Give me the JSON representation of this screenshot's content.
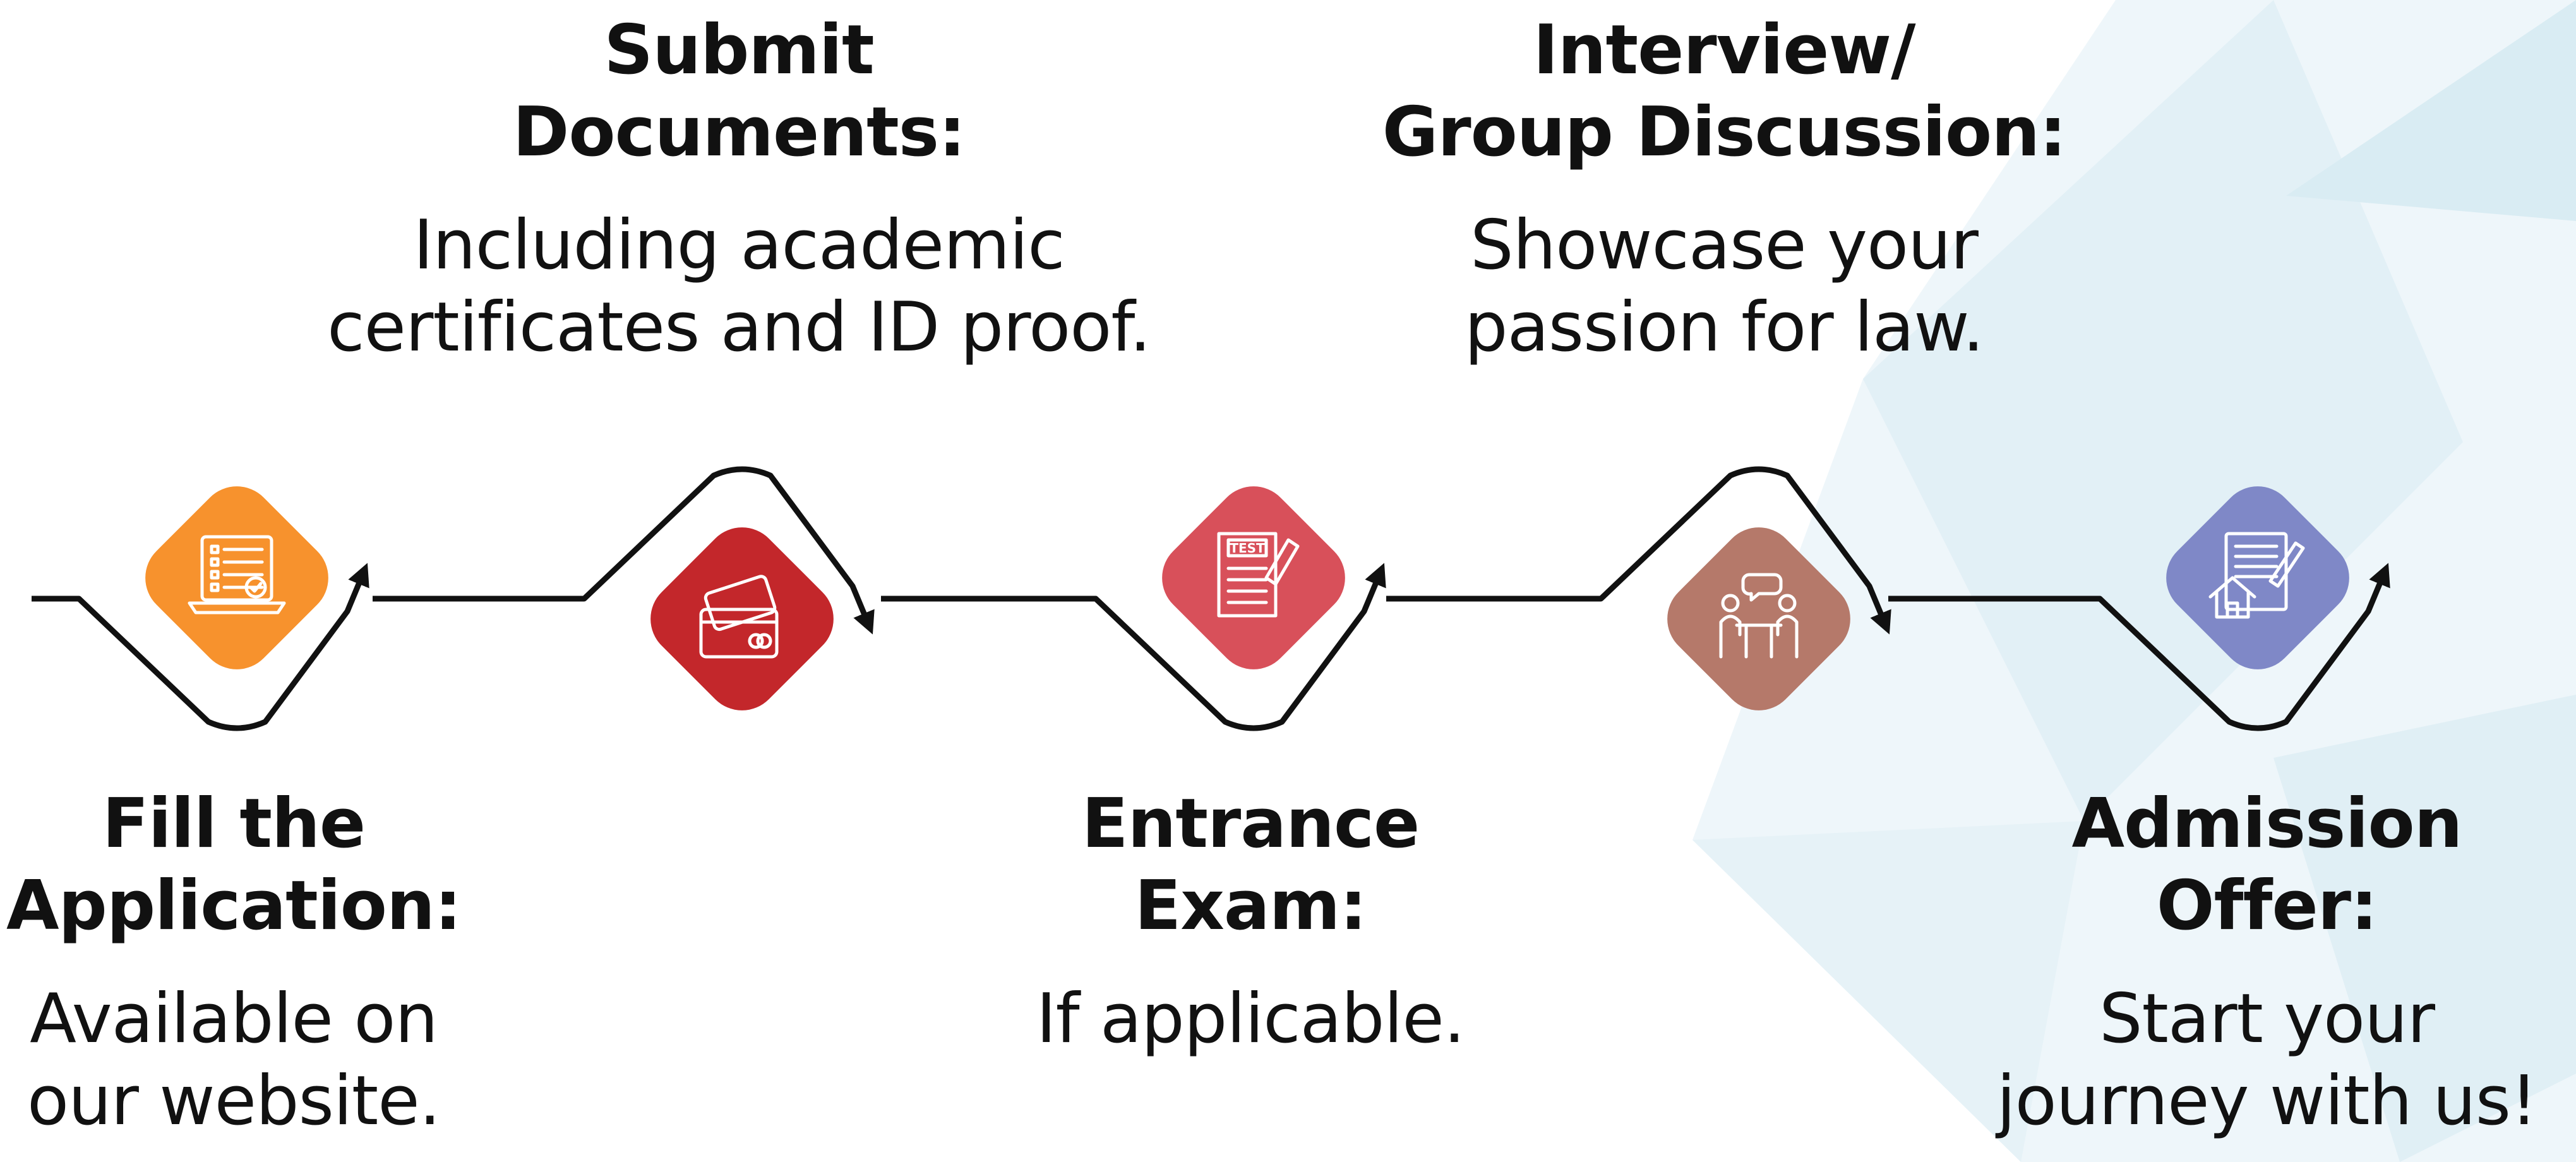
{
  "colors": {
    "background": "#ffffff",
    "line": "#111111",
    "text": "#111111",
    "bg_shape_light": "#e8f3f8",
    "bg_shape_mid": "#d6eaf2"
  },
  "steps": [
    {
      "title_lines": [
        "Fill the",
        "Application:"
      ],
      "desc_lines": [
        "Available on",
        "our website."
      ],
      "icon": "application-form-icon",
      "color": "#f7922d"
    },
    {
      "title_lines": [
        "Submit",
        "Documents:"
      ],
      "desc_lines": [
        "Including academic",
        "certificates and ID proof."
      ],
      "icon": "id-card-icon",
      "color": "#c3272b"
    },
    {
      "title_lines": [
        "Entrance",
        "Exam:"
      ],
      "desc_lines": [
        "If applicable."
      ],
      "icon": "test-paper-icon",
      "color": "#d8505a"
    },
    {
      "title_lines": [
        "Interview/",
        "Group Discussion:"
      ],
      "desc_lines": [
        "Showcase your",
        "passion for law."
      ],
      "icon": "interview-icon",
      "color": "#b5796a"
    },
    {
      "title_lines": [
        "Admission",
        "Offer:"
      ],
      "desc_lines": [
        "Start your",
        "journey with us!"
      ],
      "icon": "admission-letter-icon",
      "color": "#7f88c7"
    }
  ],
  "icon_labels": {
    "test_paper": "TEST"
  }
}
